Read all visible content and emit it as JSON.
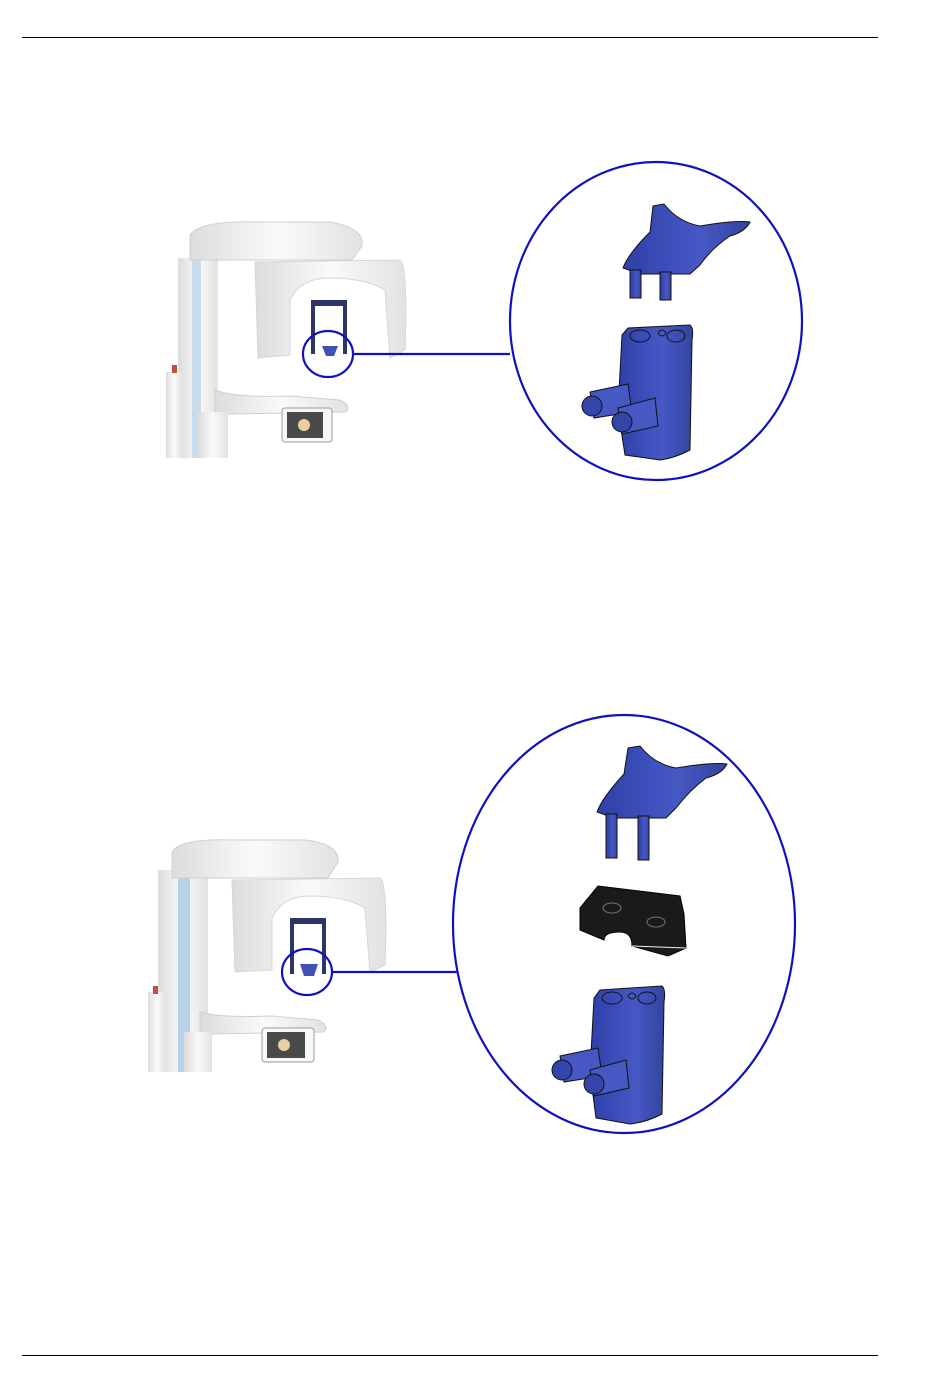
{
  "document": {
    "figures": [
      {
        "caption": "",
        "unit_color": "#f5f5f5",
        "callout_color": "#1010c0",
        "parts": [
          "chin-rest",
          "bite-block-holder"
        ]
      },
      {
        "caption": "",
        "unit_color": "#f5f5f5",
        "callout_color": "#1010c0",
        "parts": [
          "chin-rest",
          "black-spacer",
          "bite-block-holder"
        ]
      }
    ],
    "colors": {
      "part_blue": "#3f51b5",
      "part_black": "#1a1a1a",
      "screen": "#4a4a4a"
    }
  }
}
